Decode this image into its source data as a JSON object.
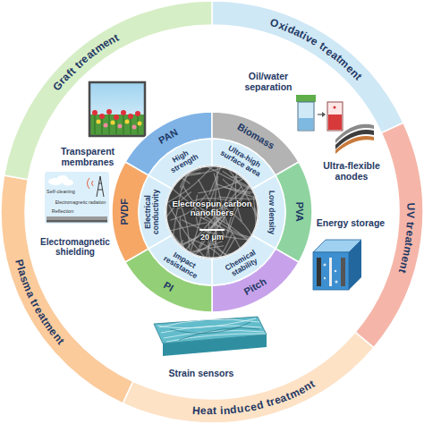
{
  "diagram": {
    "nodes": [
      {
        "text": [
          "Oxidative treatment"
        ]
      },
      {
        "text": [
          "UV treatment"
        ]
      },
      {
        "text": [
          "Heat induced treatment"
        ]
      },
      {
        "text": [
          "Plasma treatment"
        ]
      },
      {
        "text": [
          "Graft treatment"
        ]
      },
      {
        "text": [
          "PAN"
        ]
      },
      {
        "text": [
          "Biomass"
        ]
      },
      {
        "text": [
          "PVA"
        ]
      },
      {
        "text": [
          "Pitch"
        ]
      },
      {
        "text": [
          "PI"
        ]
      },
      {
        "text": [
          "PVDF"
        ]
      },
      {
        "text": [
          "High strength"
        ]
      },
      {
        "text": [
          "Ultra-high surface area"
        ]
      },
      {
        "text": [
          "Low density"
        ]
      },
      {
        "text": [
          "Chemical stability"
        ]
      },
      {
        "text": [
          "Impact resistance"
        ]
      },
      {
        "text": [
          "Electrical conductivity"
        ]
      },
      {
        "text": [
          "Electrospun carbon nanofibers",
          "20 μm"
        ]
      }
    ],
    "labels": [
      "Oil/water separation",
      "Ultra-flexible anodes",
      "Energy storage",
      "Strain sensors",
      "Electromagnetic shielding",
      "Transparent membranes",
      "Self-cleaning",
      "Electromagnetic radiation",
      "Reflection"
    ]
  }
}
